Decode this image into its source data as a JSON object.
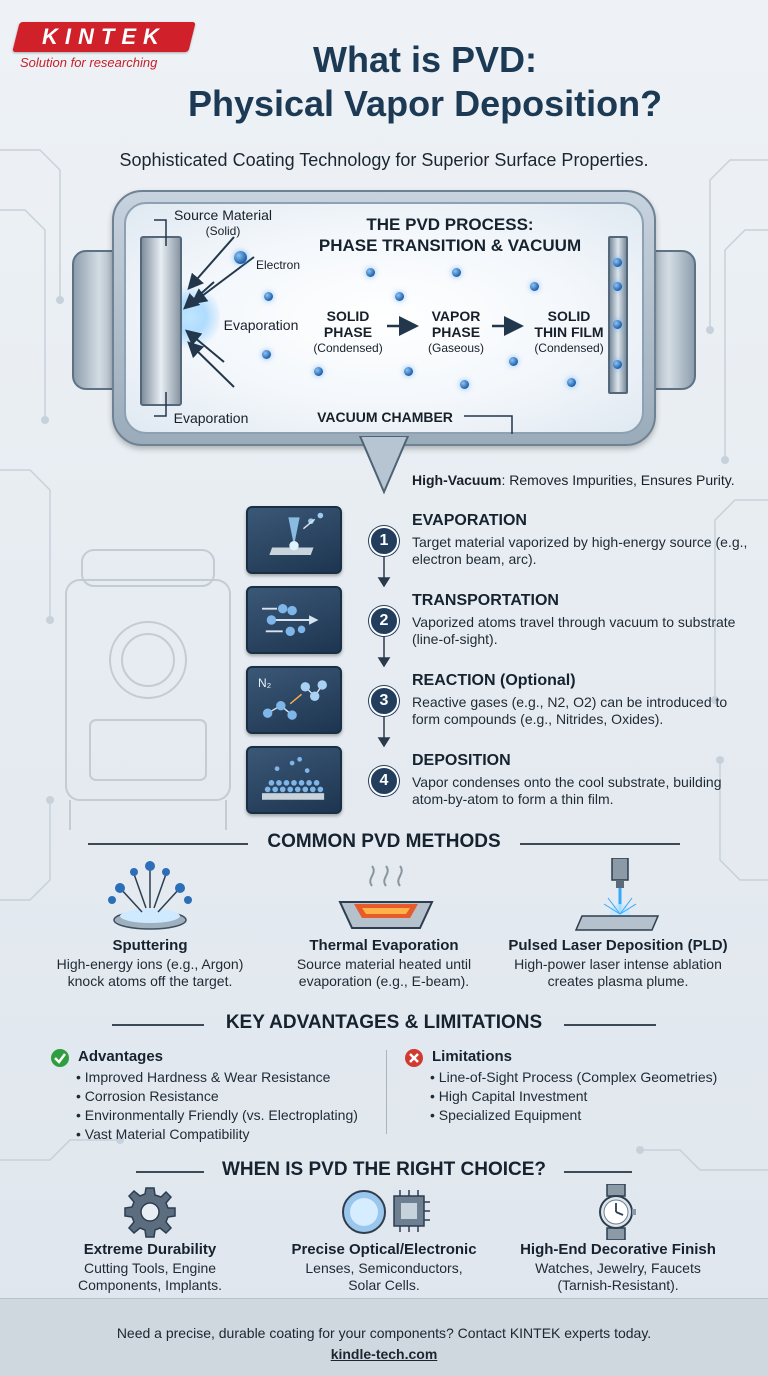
{
  "brand": {
    "logo_text": "KINTEK",
    "tagline": "Solution for researching"
  },
  "title": {
    "line1": "What is PVD:",
    "line2": "Physical Vapor Deposition?"
  },
  "subtitle": "Sophisticated Coating Technology for Superior Surface Properties.",
  "chamber": {
    "process_title_1": "THE PVD PROCESS:",
    "process_title_2": "PHASE TRANSITION & VACUUM",
    "source_label": "Source Material",
    "source_sub": "(Solid)",
    "electron_label": "Electron",
    "evaporation_label": "Evaporation",
    "evaporation_bottom": "Evaporation",
    "vacuum_label": "VACUUM CHAMBER",
    "phases": [
      {
        "title1": "SOLID",
        "title2": "PHASE",
        "sub": "(Condensed)"
      },
      {
        "title1": "VAPOR",
        "title2": "PHASE",
        "sub": "(Gaseous)"
      },
      {
        "title1": "SOLID",
        "title2": "THIN FILM",
        "sub": "(Condensed)"
      }
    ]
  },
  "high_vacuum": {
    "bold": "High-Vacuum",
    "rest": ": Removes Impurities, Ensures Purity."
  },
  "steps": [
    {
      "num": "1",
      "title": "EVAPORATION",
      "desc": "Target material vaporized by high-energy source (e.g., electron beam, arc)."
    },
    {
      "num": "2",
      "title": "TRANSPORTATION",
      "desc": "Vaporized atoms travel through vacuum to substrate (line-of-sight)."
    },
    {
      "num": "3",
      "title": "REACTION (Optional)",
      "desc": "Reactive gases (e.g., N2, O2) can be introduced to form compounds (e.g., Nitrides, Oxides)."
    },
    {
      "num": "4",
      "title": "DEPOSITION",
      "desc": "Vapor condenses onto the cool substrate, building atom-by-atom to form a thin film."
    }
  ],
  "step3_icon_text": "N₂",
  "methods": {
    "heading": "COMMON PVD METHODS",
    "items": [
      {
        "title": "Sputtering",
        "desc": "High-energy ions (e.g., Argon) knock atoms off the target."
      },
      {
        "title": "Thermal Evaporation",
        "desc": "Source material heated until evaporation (e.g., E-beam)."
      },
      {
        "title": "Pulsed Laser Deposition (PLD)",
        "desc": "High-power laser intense ablation creates plasma plume."
      }
    ]
  },
  "advantages": {
    "heading": "KEY ADVANTAGES & LIMITATIONS",
    "adv_title": "Advantages",
    "adv_items": [
      "Improved Hardness & Wear Resistance",
      "Corrosion Resistance",
      "Environmentally Friendly (vs. Electroplating)",
      "Vast Material Compatibility"
    ],
    "lim_title": "Limitations",
    "lim_items": [
      "Line-of-Sight Process (Complex Geometries)",
      "High Capital Investment",
      "Specialized Equipment"
    ]
  },
  "choice": {
    "heading": "WHEN IS PVD THE RIGHT CHOICE?",
    "items": [
      {
        "title": "Extreme Durability",
        "desc": "Cutting Tools, Engine Components, Implants."
      },
      {
        "title": "Precise Optical/Electronic",
        "desc": "Lenses, Semiconductors, Solar Cells."
      },
      {
        "title": "High-End Decorative Finish",
        "desc": "Watches, Jewelry, Faucets (Tarnish-Resistant)."
      }
    ]
  },
  "footer": {
    "text": "Need a precise, durable coating for your components? Contact KINTEK experts today.",
    "link": "kindle-tech.com"
  },
  "colors": {
    "brand_red": "#d0212a",
    "navy": "#1d3a55",
    "atom_blue": "#1f5fa6",
    "advantage_green": "#2e9e3e",
    "limitation_red": "#d23a30"
  }
}
